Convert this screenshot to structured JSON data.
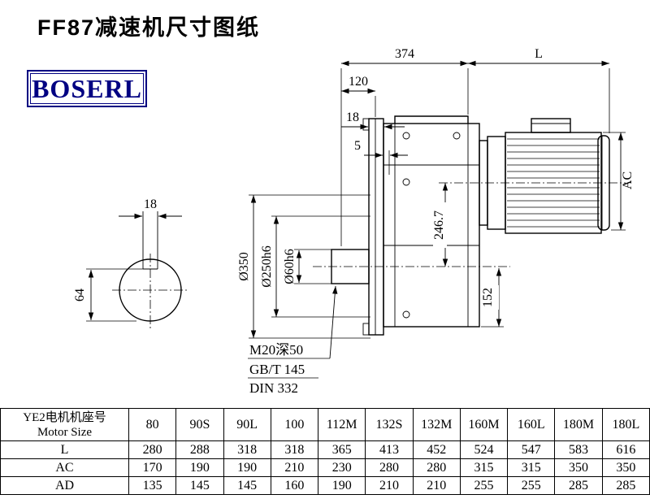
{
  "title": "FF87减速机尺寸图纸",
  "logo": {
    "text": "BOSERL",
    "color": "#000082"
  },
  "drawing": {
    "dim_374": "374",
    "dim_L": "L",
    "dim_120": "120",
    "dim_18_top": "18",
    "dim_5": "5",
    "dim_AC": "AC",
    "dim_246_7": "246.7",
    "dim_phi350": "Ø350",
    "dim_phi250": "Ø250h6",
    "dim_phi60": "Ø60h6",
    "dim_152": "152",
    "dim_key_width": "18",
    "dim_key_height": "64",
    "callout_tap": "M20深50",
    "callout_gb": "GB/T 145",
    "callout_din": "DIN 332"
  },
  "table": {
    "header_cn": "YE2电机机座号",
    "header_en": "Motor Size",
    "columns": [
      "80",
      "90S",
      "90L",
      "100",
      "112M",
      "132S",
      "132M",
      "160M",
      "160L",
      "180M",
      "180L"
    ],
    "rows": [
      {
        "label": "L",
        "values": [
          "280",
          "288",
          "318",
          "318",
          "365",
          "413",
          "452",
          "524",
          "547",
          "583",
          "616"
        ]
      },
      {
        "label": "AC",
        "values": [
          "170",
          "190",
          "190",
          "210",
          "230",
          "280",
          "280",
          "315",
          "315",
          "350",
          "350"
        ]
      },
      {
        "label": "AD",
        "values": [
          "135",
          "145",
          "145",
          "160",
          "190",
          "210",
          "210",
          "255",
          "255",
          "285",
          "285"
        ]
      }
    ]
  }
}
